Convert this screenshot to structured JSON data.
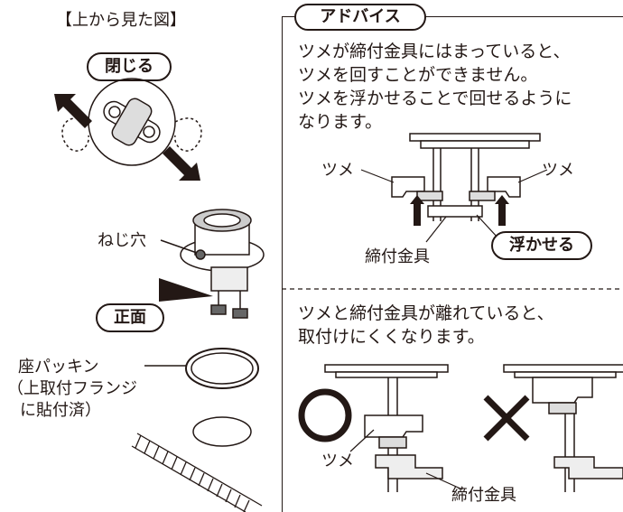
{
  "left": {
    "top_view_title": "【上から見た図】",
    "close_label": "閉じる",
    "screw_hole_label": "ねじ穴",
    "front_label": "正面",
    "gasket_label_1": "座パッキン",
    "gasket_label_2": "（上取付フランジ",
    "gasket_label_3": "に貼付済）"
  },
  "advice": {
    "title": "アドバイス",
    "para1_line1": "ツメが締付金具にはまっていると、",
    "para1_line2": "ツメを回すことができません。",
    "para1_line3": "ツメを浮かせることで回せるように",
    "para1_line4": "なります。",
    "claw_left": "ツメ",
    "claw_right": "ツメ",
    "clamp_label": "締付金具",
    "float_label": "浮かせる",
    "para2_line1": "ツメと締付金具が離れていると、",
    "para2_line2": "取付けにくくなります。",
    "claw_bottom": "ツメ",
    "clamp_bottom": "締付金具",
    "ok_mark": "○",
    "ng_mark": "×"
  },
  "colors": {
    "ink": "#231815",
    "gray": "#8c8c8c",
    "light": "#d9d9d9"
  }
}
